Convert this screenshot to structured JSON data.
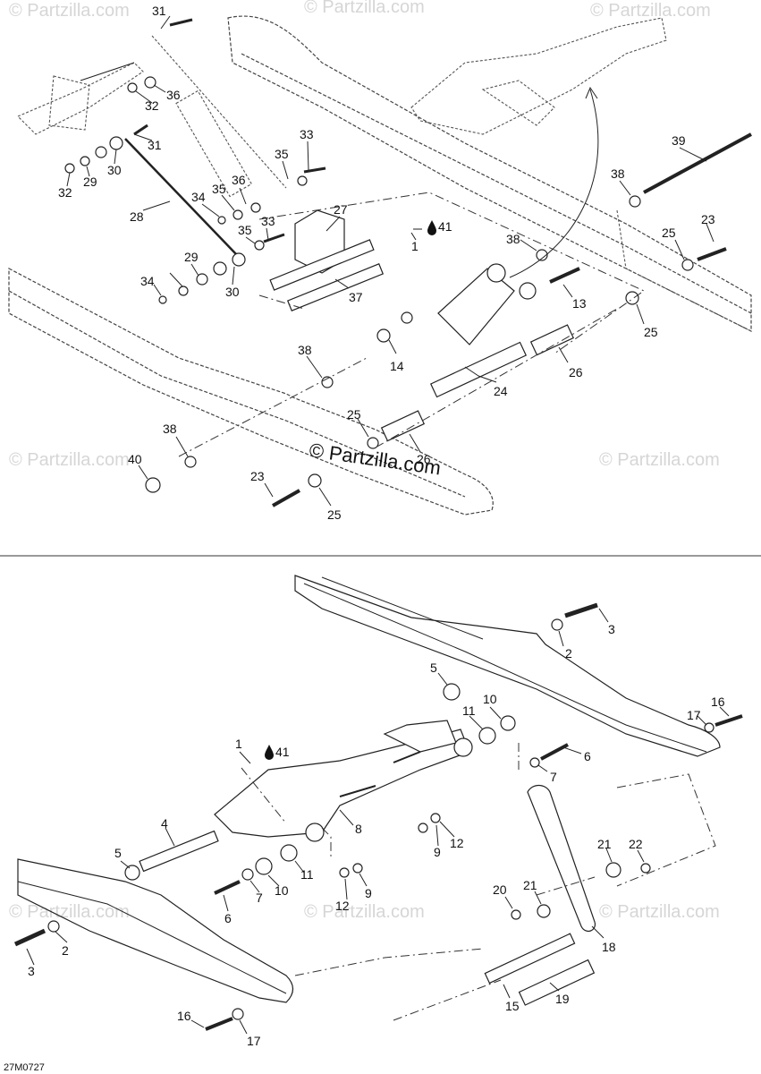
{
  "diagram": {
    "drawing_code": "27M0727",
    "watermark": "© Partzilla.com",
    "top_section_callouts": [
      "31",
      "32",
      "36",
      "31",
      "30",
      "29",
      "32",
      "28",
      "33",
      "35",
      "36",
      "35",
      "34",
      "33",
      "27",
      "41",
      "1",
      "35",
      "29",
      "30",
      "34",
      "37",
      "38",
      "13",
      "39",
      "38",
      "25",
      "23",
      "25",
      "14",
      "38",
      "26",
      "24",
      "25",
      "26",
      "38",
      "40",
      "23",
      "25"
    ],
    "bottom_section_callouts": [
      "3",
      "2",
      "5",
      "10",
      "11",
      "1",
      "41",
      "6",
      "7",
      "16",
      "17",
      "8",
      "4",
      "5",
      "11",
      "10",
      "7",
      "6",
      "9",
      "12",
      "12",
      "9",
      "21",
      "22",
      "20",
      "21",
      "18",
      "3",
      "2",
      "15",
      "19",
      "16",
      "17"
    ]
  }
}
